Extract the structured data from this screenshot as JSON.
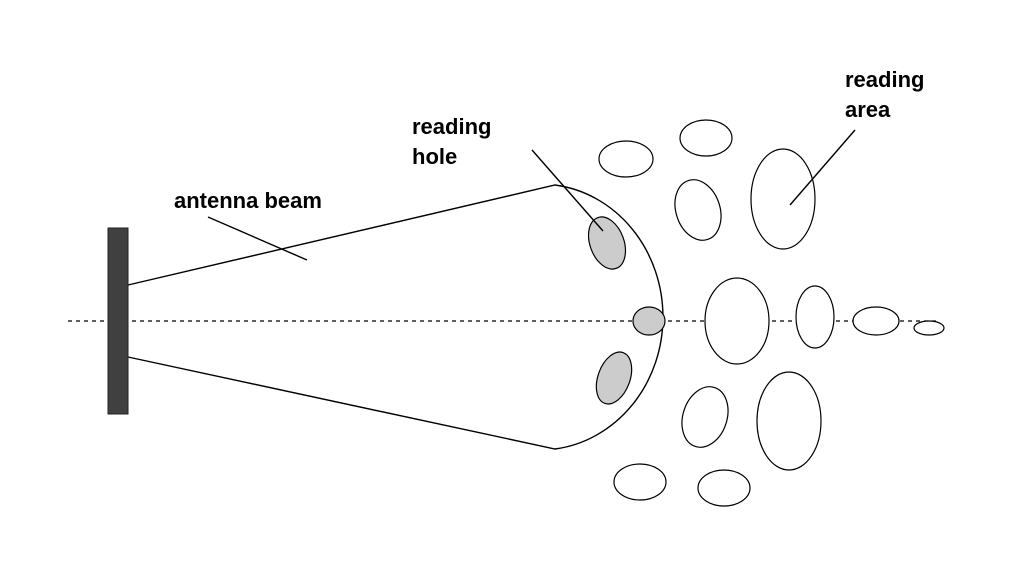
{
  "labels": {
    "antenna_beam": "antenna beam",
    "reading_hole_line1": "reading",
    "reading_hole_line2": "hole",
    "reading_area_line1": "reading",
    "reading_area_line2": "area"
  },
  "colors": {
    "stroke": "#000000",
    "antenna": "#404040",
    "hole_fill": "#cccccc",
    "background": "#ffffff"
  }
}
